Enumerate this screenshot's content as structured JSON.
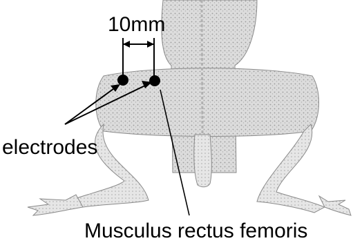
{
  "labels": {
    "scale": "10mm",
    "electrodes": "electrodes",
    "muscle": "Musculus rectus femoris"
  },
  "colors": {
    "ink": "#000000",
    "body_fill": "#d6d6d6",
    "body_stroke": "#8a8a8a",
    "spine": "#b8b8b8"
  },
  "icons": {
    "electrode_marker": "filled-circle"
  }
}
